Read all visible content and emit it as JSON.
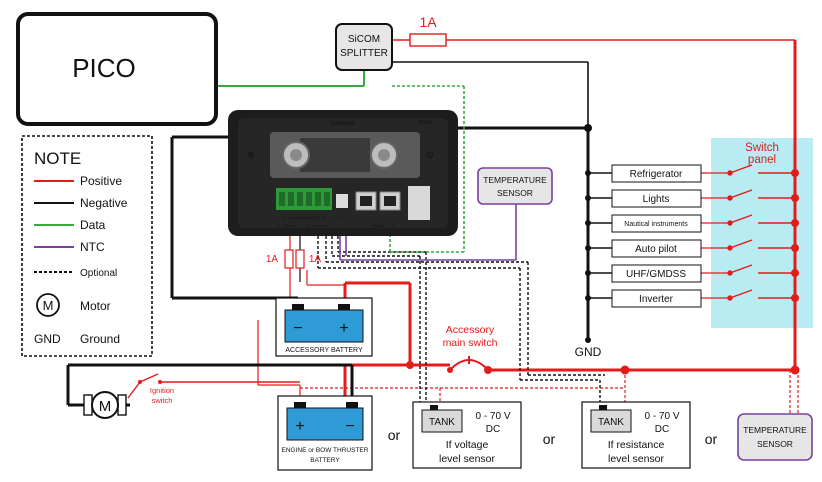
{
  "colors": {
    "positive": "#e31b1b",
    "negative": "#111111",
    "data": "#3aa83a",
    "ntc": "#7b3fa0",
    "switch_panel_bg": "#b8ecf2",
    "battery_blue": "#2e9bd6",
    "device_body": "#1d1d1d",
    "sensor_box": "#e6e6e6"
  },
  "pico": {
    "label": "PICO"
  },
  "splitter": {
    "label_line1": "SiCOM",
    "label_line2": "SPLITTER"
  },
  "fuse_main": {
    "label": "1A"
  },
  "fuses_small": {
    "left": "1A",
    "right": "1A"
  },
  "shunt": {
    "brand": "SIMARINE",
    "model": "SC303",
    "plus_symbol": "⊕",
    "minus_symbol": "⊖",
    "ntc_label": "NTC",
    "sicom_label": "SiCOM",
    "terminal_labels": "U1  U2  GND GND  R1  R2",
    "range_voltage": "0 - 70 VDC",
    "range_resistance": "0 - 65 kohm",
    "port_1": "1",
    "port_2": "2"
  },
  "temp_sensor_top": {
    "line1": "TEMPERATURE",
    "line2": "SENSOR"
  },
  "temp_sensor_bottom": {
    "line1": "TEMPERATURE",
    "line2": "SENSOR"
  },
  "switch_panel": {
    "title_line1": "Switch",
    "title_line2": "panel",
    "items": [
      {
        "label": "Refrigerator"
      },
      {
        "label": "Lights"
      },
      {
        "label": "Nautical instruments"
      },
      {
        "label": "Auto pilot"
      },
      {
        "label": "UHF/GMDSS"
      },
      {
        "label": "Inverter"
      }
    ]
  },
  "gnd_label": "GND",
  "legend": {
    "title": "NOTE",
    "items": [
      {
        "label": "Positive"
      },
      {
        "label": "Negative"
      },
      {
        "label": "Data"
      },
      {
        "label": "NTC"
      },
      {
        "label": "Optional"
      },
      {
        "symbol": "M",
        "label": "Motor"
      },
      {
        "symbol": "GND",
        "label": "Ground"
      }
    ]
  },
  "accessory_battery": {
    "label": "ACCESSORY BATTERY",
    "plus": "+",
    "minus": "−"
  },
  "engine_battery": {
    "label_line1": "ENGINE or BOW THRUSTER",
    "label_line2": "BATTERY",
    "plus": "+",
    "minus": "−"
  },
  "accessory_switch": {
    "label_line1": "Accessory",
    "label_line2": "main switch"
  },
  "ignition_switch": {
    "label_line1": "Ignition",
    "label_line2": "switch"
  },
  "motor": {
    "symbol": "M"
  },
  "tank_voltage": {
    "tank": "TANK",
    "range": "0 - 70 V",
    "unit": "DC",
    "desc_line1": "If voltage",
    "desc_line2": "level sensor"
  },
  "tank_resistance": {
    "tank": "TANK",
    "range": "0 - 70 V",
    "unit": "DC",
    "desc_line1": "If resistance",
    "desc_line2": "level sensor"
  },
  "or_labels": [
    "or",
    "or",
    "or"
  ]
}
